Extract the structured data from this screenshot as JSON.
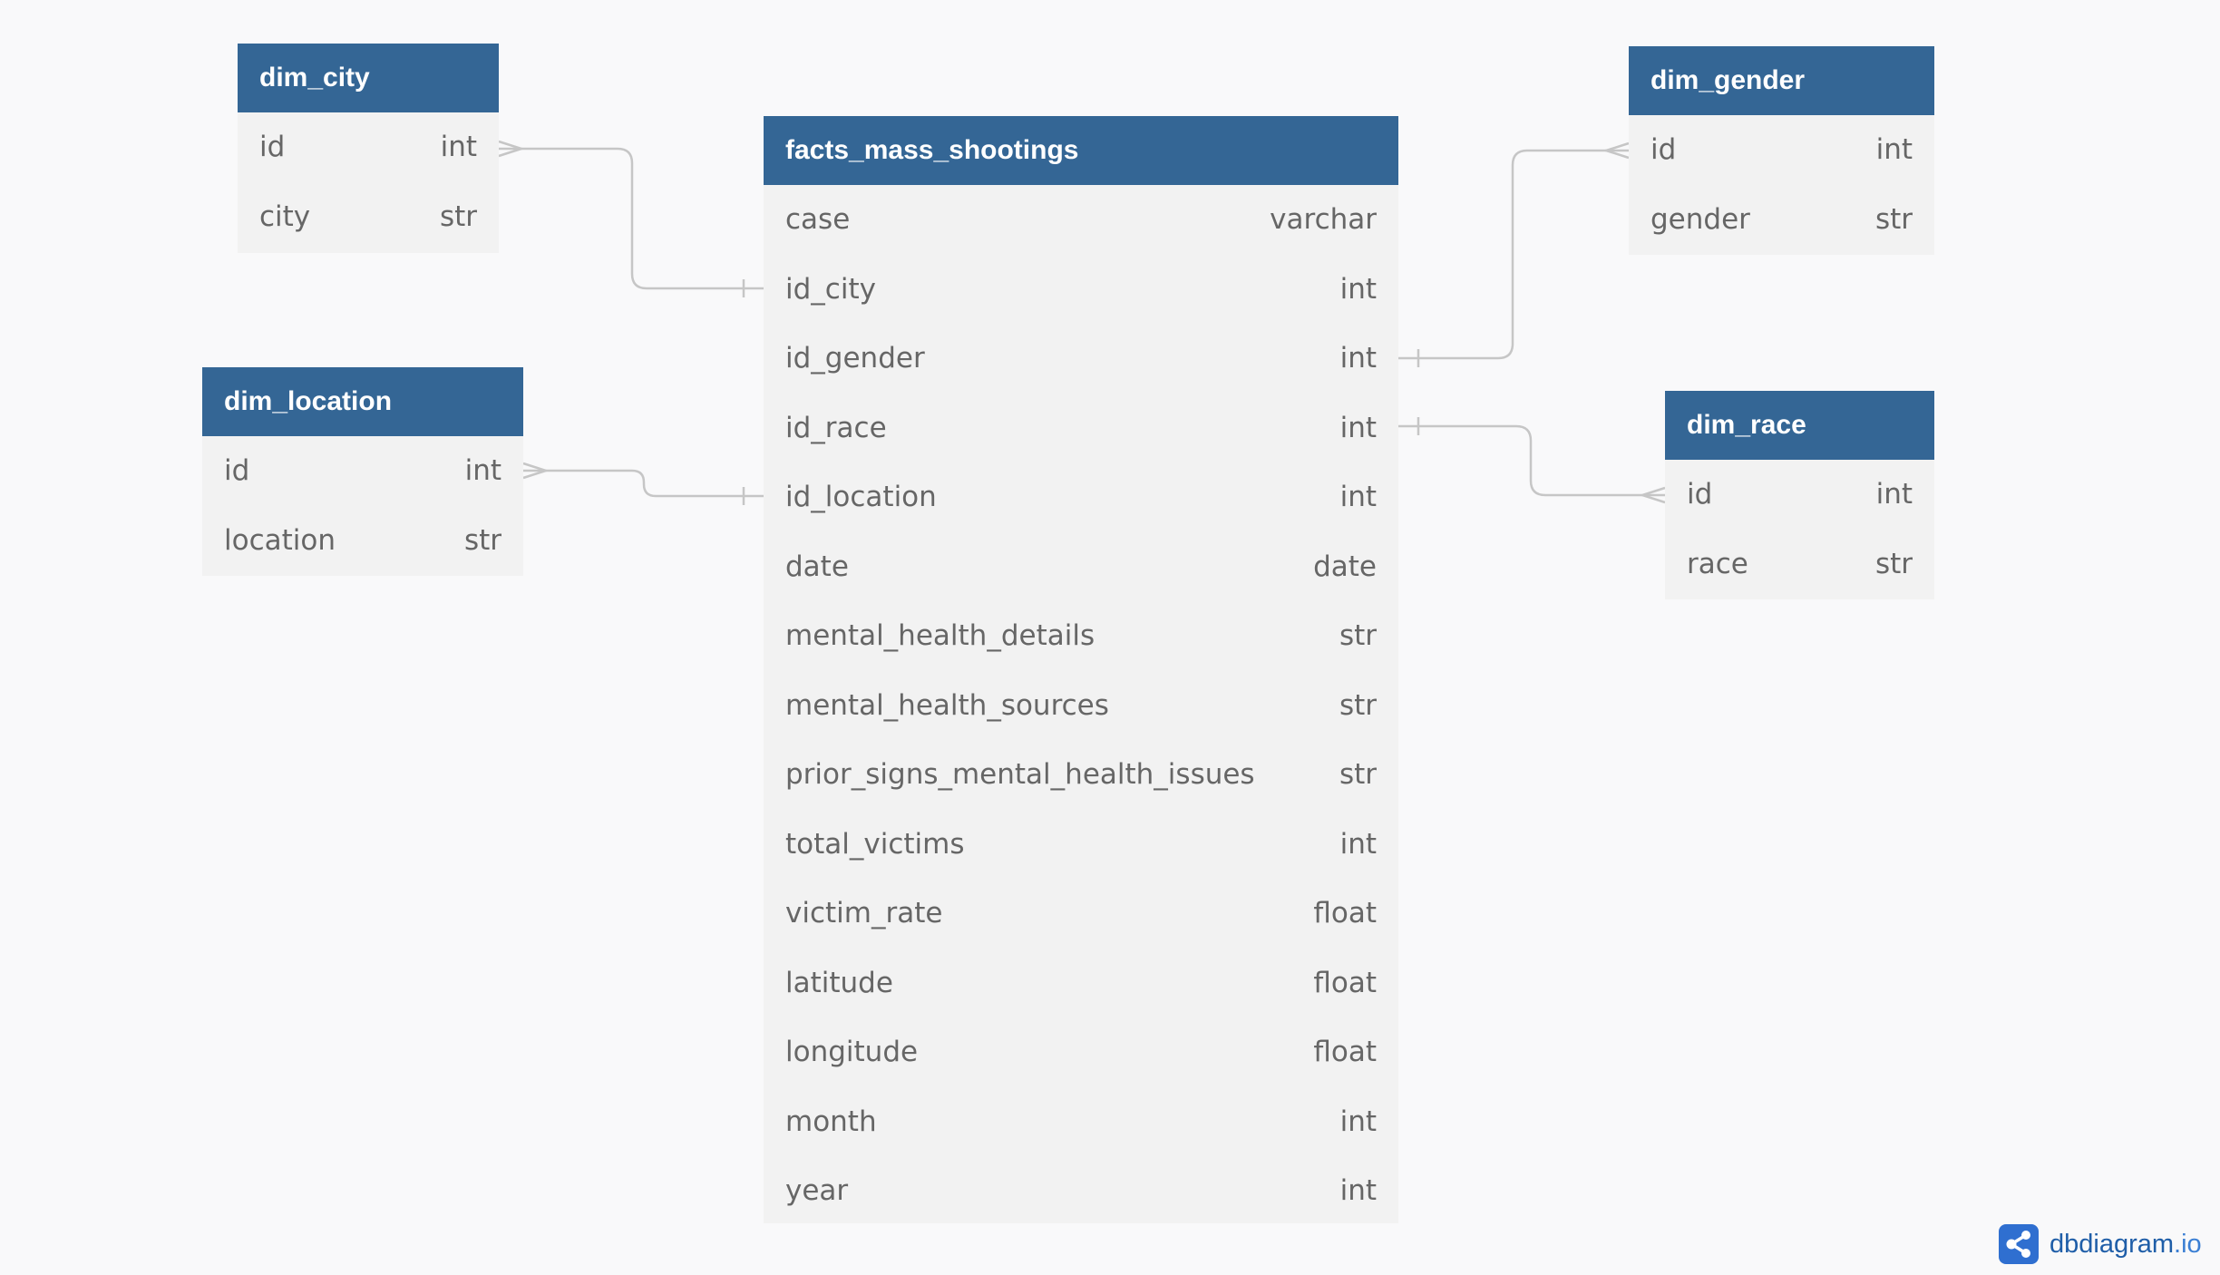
{
  "tables": {
    "dim_city": {
      "name": "dim_city",
      "columns": [
        {
          "name": "id",
          "type": "int"
        },
        {
          "name": "city",
          "type": "str"
        }
      ]
    },
    "dim_location": {
      "name": "dim_location",
      "columns": [
        {
          "name": "id",
          "type": "int"
        },
        {
          "name": "location",
          "type": "str"
        }
      ]
    },
    "facts": {
      "name": "facts_mass_shootings",
      "columns": [
        {
          "name": "case",
          "type": "varchar"
        },
        {
          "name": "id_city",
          "type": "int"
        },
        {
          "name": "id_gender",
          "type": "int"
        },
        {
          "name": "id_race",
          "type": "int"
        },
        {
          "name": "id_location",
          "type": "int"
        },
        {
          "name": "date",
          "type": "date"
        },
        {
          "name": "mental_health_details",
          "type": "str"
        },
        {
          "name": "mental_health_sources",
          "type": "str"
        },
        {
          "name": "prior_signs_mental_health_issues",
          "type": "str"
        },
        {
          "name": "total_victims",
          "type": "int"
        },
        {
          "name": "victim_rate",
          "type": "float"
        },
        {
          "name": "latitude",
          "type": "float"
        },
        {
          "name": "longitude",
          "type": "float"
        },
        {
          "name": "month",
          "type": "int"
        },
        {
          "name": "year",
          "type": "int"
        }
      ]
    },
    "dim_gender": {
      "name": "dim_gender",
      "columns": [
        {
          "name": "id",
          "type": "int"
        },
        {
          "name": "gender",
          "type": "str"
        }
      ]
    },
    "dim_race": {
      "name": "dim_race",
      "columns": [
        {
          "name": "id",
          "type": "int"
        },
        {
          "name": "race",
          "type": "str"
        }
      ]
    }
  },
  "branding": {
    "name": "dbdiagram",
    "tld": ".io"
  },
  "colors": {
    "header": "#346695",
    "table_body": "#f2f2f2",
    "background": "#f9f9fa",
    "connector": "#c6c6c6",
    "brand": "#1f5ea8"
  }
}
